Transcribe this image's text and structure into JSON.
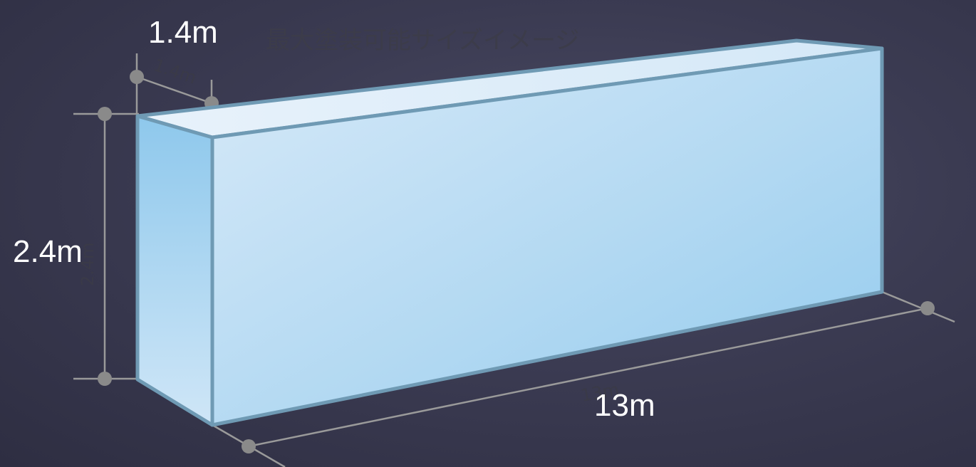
{
  "caption": "最大塗装可能サイズイメージ",
  "dimensions": {
    "depth": {
      "label_large": "1.4m",
      "label_small": "1.4m"
    },
    "height": {
      "label_large": "2.4m",
      "label_small": "2.4m"
    },
    "length": {
      "label_large": "13m",
      "label_small": "13m"
    }
  },
  "colors": {
    "background": "#3b3b52",
    "box_face": "#a8d4f2",
    "box_edge": "#6f9ab4",
    "dimension_line": "#9a9a9a",
    "dimension_dot": "#8a8a8a",
    "label_large": "#ffffff"
  }
}
